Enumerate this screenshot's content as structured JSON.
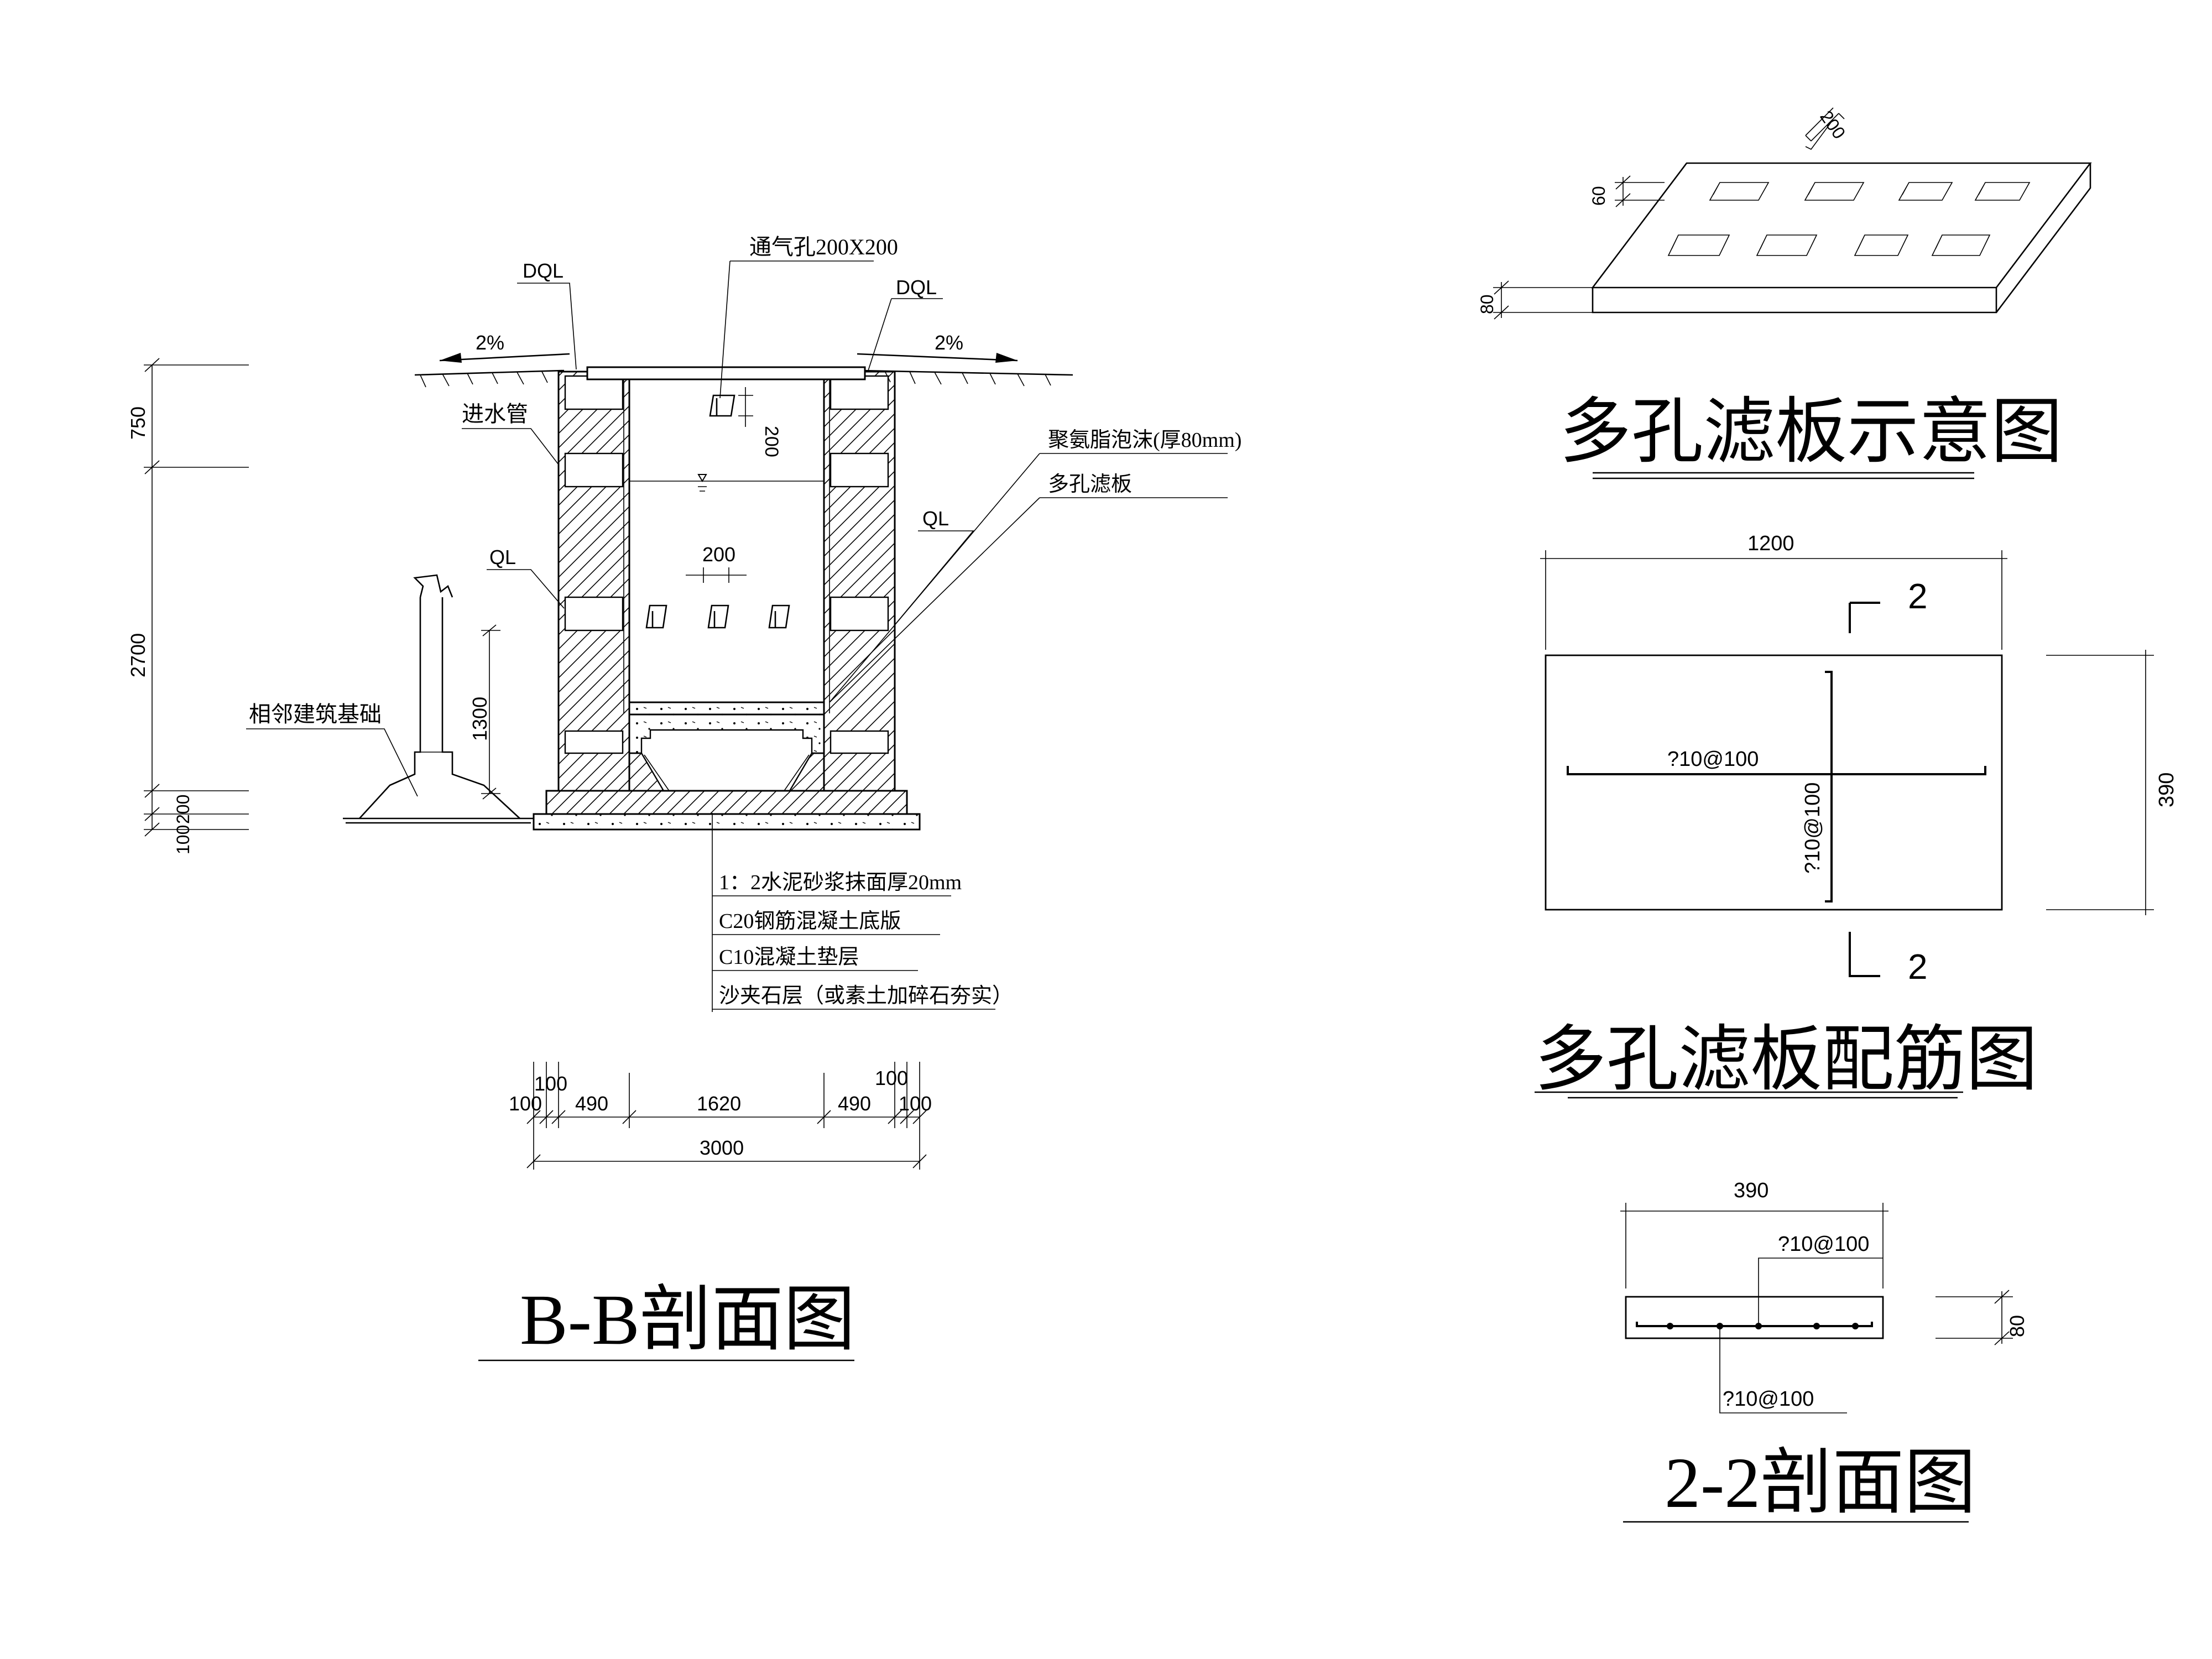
{
  "section_bb": {
    "title": "B-B剖面图",
    "labels": {
      "vent": "通气孔200X200",
      "dql_left": "DQL",
      "dql_right": "DQL",
      "slope_left": "2%",
      "slope_right": "2%",
      "inlet_pipe": "进水管",
      "foam": "聚氨脂泡沫(厚80mm)",
      "filter_plate": "多孔滤板",
      "ql_left": "QL",
      "ql_right": "QL",
      "adjacent": "相邻建筑基础",
      "dim_200_vent": "200",
      "dim_200_holes": "200",
      "dim_1300": "1300"
    },
    "vertical_dims": [
      "750",
      "2700",
      "200",
      "100"
    ],
    "layers": [
      "1：2水泥砂浆抹面厚20mm",
      "C20钢筋混凝土底版",
      "C10混凝土垫层",
      "沙夹石层（或素土加碎石夯实）"
    ],
    "bottom_dims_top": [
      "100",
      "100"
    ],
    "bottom_dims": [
      "100",
      "490",
      "1620",
      "490",
      "100"
    ],
    "total": "3000"
  },
  "plate_sketch": {
    "title": "多孔滤板示意图",
    "dim_200": "200",
    "dim_60": "60",
    "dim_80": "80"
  },
  "plate_rebar": {
    "title": "多孔滤板配筋图",
    "width": "1200",
    "height": "390",
    "bar_h": "?10@100",
    "bar_v": "?10@100",
    "cut_top": "2",
    "cut_bottom": "2"
  },
  "section_22": {
    "title": "2-2剖面图",
    "width": "390",
    "thick": "80",
    "bar_top": "?10@100",
    "bar_bottom": "?10@100"
  }
}
